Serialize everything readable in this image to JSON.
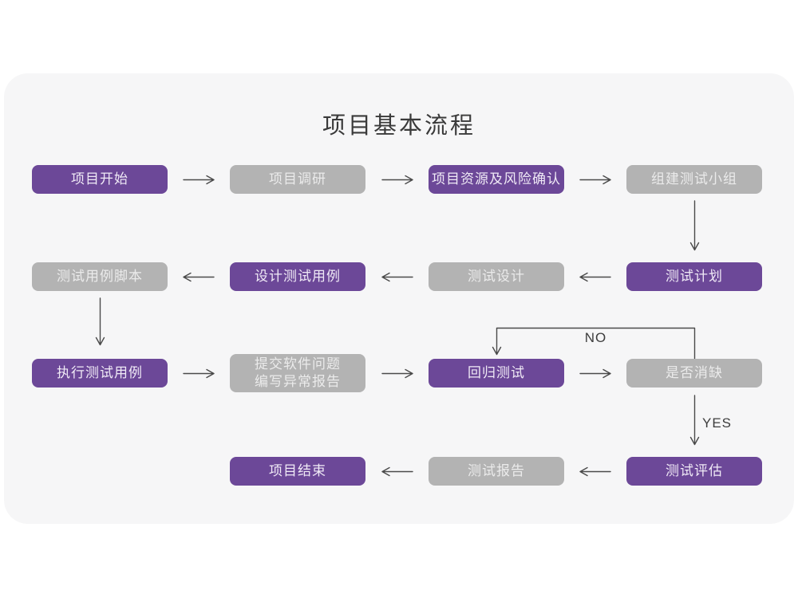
{
  "title": "项目基本流程",
  "colors": {
    "node_primary": "#6c4898",
    "node_secondary": "#b3b3b3",
    "card_background": "#f6f6f7",
    "arrow": "#4a4a4a",
    "title_text": "#3a3a3a"
  },
  "nodes": {
    "start": {
      "label": "项目开始",
      "variant": "purple"
    },
    "research": {
      "label": "项目调研",
      "variant": "gray"
    },
    "risk": {
      "label": "项目资源及风险确认",
      "variant": "purple"
    },
    "team": {
      "label": "组建测试小组",
      "variant": "gray"
    },
    "plan": {
      "label": "测试计划",
      "variant": "purple"
    },
    "design": {
      "label": "测试设计",
      "variant": "gray"
    },
    "case_design": {
      "label": "设计测试用例",
      "variant": "purple"
    },
    "case_script": {
      "label": "测试用例脚本",
      "variant": "gray"
    },
    "execute": {
      "label": "执行测试用例",
      "variant": "purple"
    },
    "issue_report": {
      "label": "提交软件问题\n编写异常报告",
      "variant": "gray"
    },
    "regression": {
      "label": "回归测试",
      "variant": "purple"
    },
    "defect_check": {
      "label": "是否消缺",
      "variant": "gray"
    },
    "evaluate": {
      "label": "测试评估",
      "variant": "purple"
    },
    "test_report": {
      "label": "测试报告",
      "variant": "gray"
    },
    "end": {
      "label": "项目结束",
      "variant": "purple"
    }
  },
  "edge_labels": {
    "no": "NO",
    "yes": "YES"
  },
  "edges": [
    {
      "from": "start",
      "to": "research",
      "dir": "right"
    },
    {
      "from": "research",
      "to": "risk",
      "dir": "right"
    },
    {
      "from": "risk",
      "to": "team",
      "dir": "right"
    },
    {
      "from": "team",
      "to": "plan",
      "dir": "down"
    },
    {
      "from": "plan",
      "to": "design",
      "dir": "left"
    },
    {
      "from": "design",
      "to": "case_design",
      "dir": "left"
    },
    {
      "from": "case_design",
      "to": "case_script",
      "dir": "left"
    },
    {
      "from": "case_script",
      "to": "execute",
      "dir": "down"
    },
    {
      "from": "execute",
      "to": "issue_report",
      "dir": "right"
    },
    {
      "from": "issue_report",
      "to": "regression",
      "dir": "right"
    },
    {
      "from": "regression",
      "to": "defect_check",
      "dir": "right"
    },
    {
      "from": "defect_check",
      "to": "regression",
      "dir": "loop-up",
      "label": "NO"
    },
    {
      "from": "defect_check",
      "to": "evaluate",
      "dir": "down",
      "label": "YES"
    },
    {
      "from": "evaluate",
      "to": "test_report",
      "dir": "left"
    },
    {
      "from": "test_report",
      "to": "end",
      "dir": "left"
    }
  ]
}
